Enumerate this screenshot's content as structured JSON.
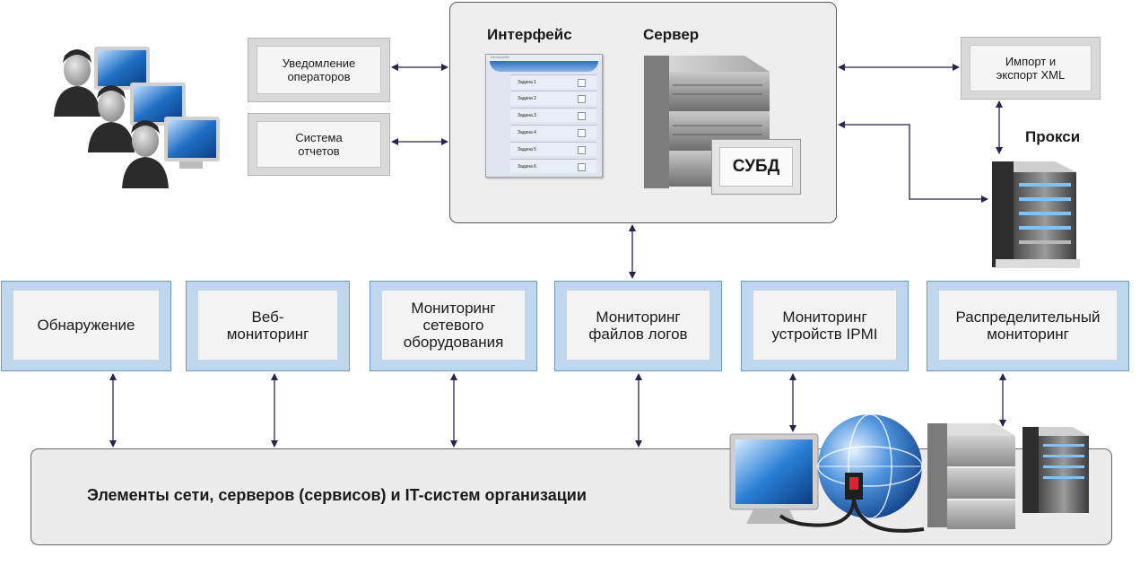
{
  "top_left_boxes": [
    {
      "line1": "Уведомление",
      "line2": "операторов"
    },
    {
      "line1": "Система",
      "line2": "отчетов"
    }
  ],
  "central": {
    "interface_title": "Интерфейс",
    "server_title": "Сервер",
    "window_title": "Интерфейс",
    "tasks": [
      "Задача 1",
      "Задача 2",
      "Задача 3",
      "Задача 4",
      "Задача 5",
      "Задача 6"
    ],
    "dbms_label": "СУБД"
  },
  "import_export": {
    "line1": "Импорт и",
    "line2": "экспорт XML"
  },
  "proxy_label": "Прокси",
  "modules": [
    {
      "line1": "Обнаружение",
      "line2": "",
      "line3": ""
    },
    {
      "line1": "Веб-",
      "line2": "мониторинг",
      "line3": ""
    },
    {
      "line1": "Мониторинг",
      "line2": "сетевого",
      "line3": "оборудования"
    },
    {
      "line1": "Мониторинг",
      "line2": "файлов логов",
      "line3": ""
    },
    {
      "line1": "Мониторинг",
      "line2": "устройств IPMI",
      "line3": ""
    },
    {
      "line1": "Распределительный",
      "line2": "мониторинг",
      "line3": ""
    }
  ],
  "bottom_banner": "Элементы сети, серверов (сервисов) и IT-систем организации",
  "icons": [
    "operators-icon",
    "server-rack-icon",
    "proxy-server-icon",
    "monitor-icon",
    "globe-icon",
    "server-stack-icon",
    "tower-server-icon"
  ],
  "colors": {
    "module_border": "#6b9bc8",
    "module_fill": "#bed7ec",
    "arrow": "#2b2150",
    "screen_blue": "#1f6fc4"
  }
}
